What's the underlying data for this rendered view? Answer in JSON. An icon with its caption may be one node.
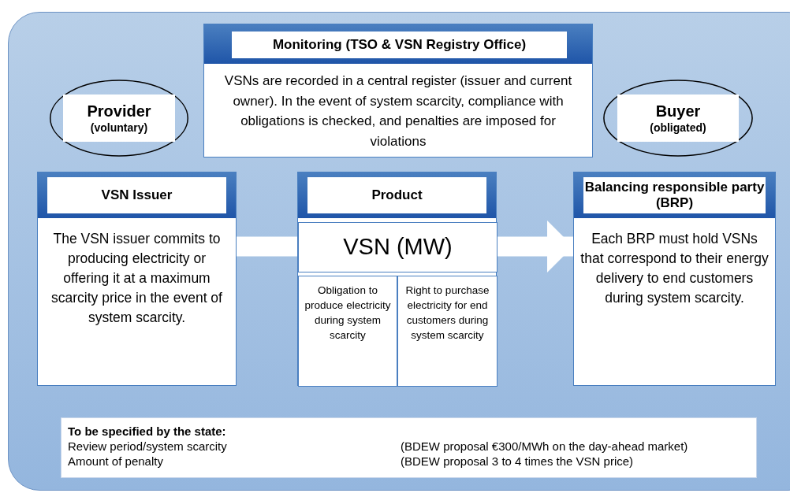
{
  "diagram": {
    "nodes": [
      {
        "text": [
          "Monitoring (TSO & VSN Registry Office)",
          "VSNs are recorded in a central register (issuer and current owner). In the event of system scarcity, compliance with obligations is checked, and penalties are imposed for violations"
        ]
      },
      {
        "text": [
          "Provider",
          "(voluntary)"
        ]
      },
      {
        "text": [
          "Buyer",
          "(obligated)"
        ]
      },
      {
        "text": [
          "VSN Issuer",
          "The VSN issuer commits to producing electricity or offering it at a maximum scarcity price in the event of system scarcity."
        ]
      },
      {
        "text": [
          "Product"
        ]
      },
      {
        "text": [
          "VSN (MW)"
        ],
        "in": 4
      },
      {
        "text": [
          "Obligation to produce electricity during system scarcity"
        ],
        "in": 4
      },
      {
        "text": [
          "Right to purchase electricity for end customers during system scarcity"
        ],
        "in": 4
      },
      {
        "text": [
          "Balancing responsible party (BRP)",
          "Each BRP must hold VSNs that correspond to their energy delivery to end customers during system scarcity."
        ]
      },
      {
        "text": [
          "To be specified by the state:",
          "Review period/system scarcity",
          "(BDEW proposal €300/MWh on the day-ahead market)",
          "Amount of penalty",
          "(BDEW proposal 3 to 4 times the VSN price)"
        ]
      }
    ],
    "edges": [
      {
        "from": 3,
        "to": 5,
        "arrow": "none"
      },
      {
        "from": 5,
        "to": 8,
        "arrow": "to"
      }
    ]
  }
}
